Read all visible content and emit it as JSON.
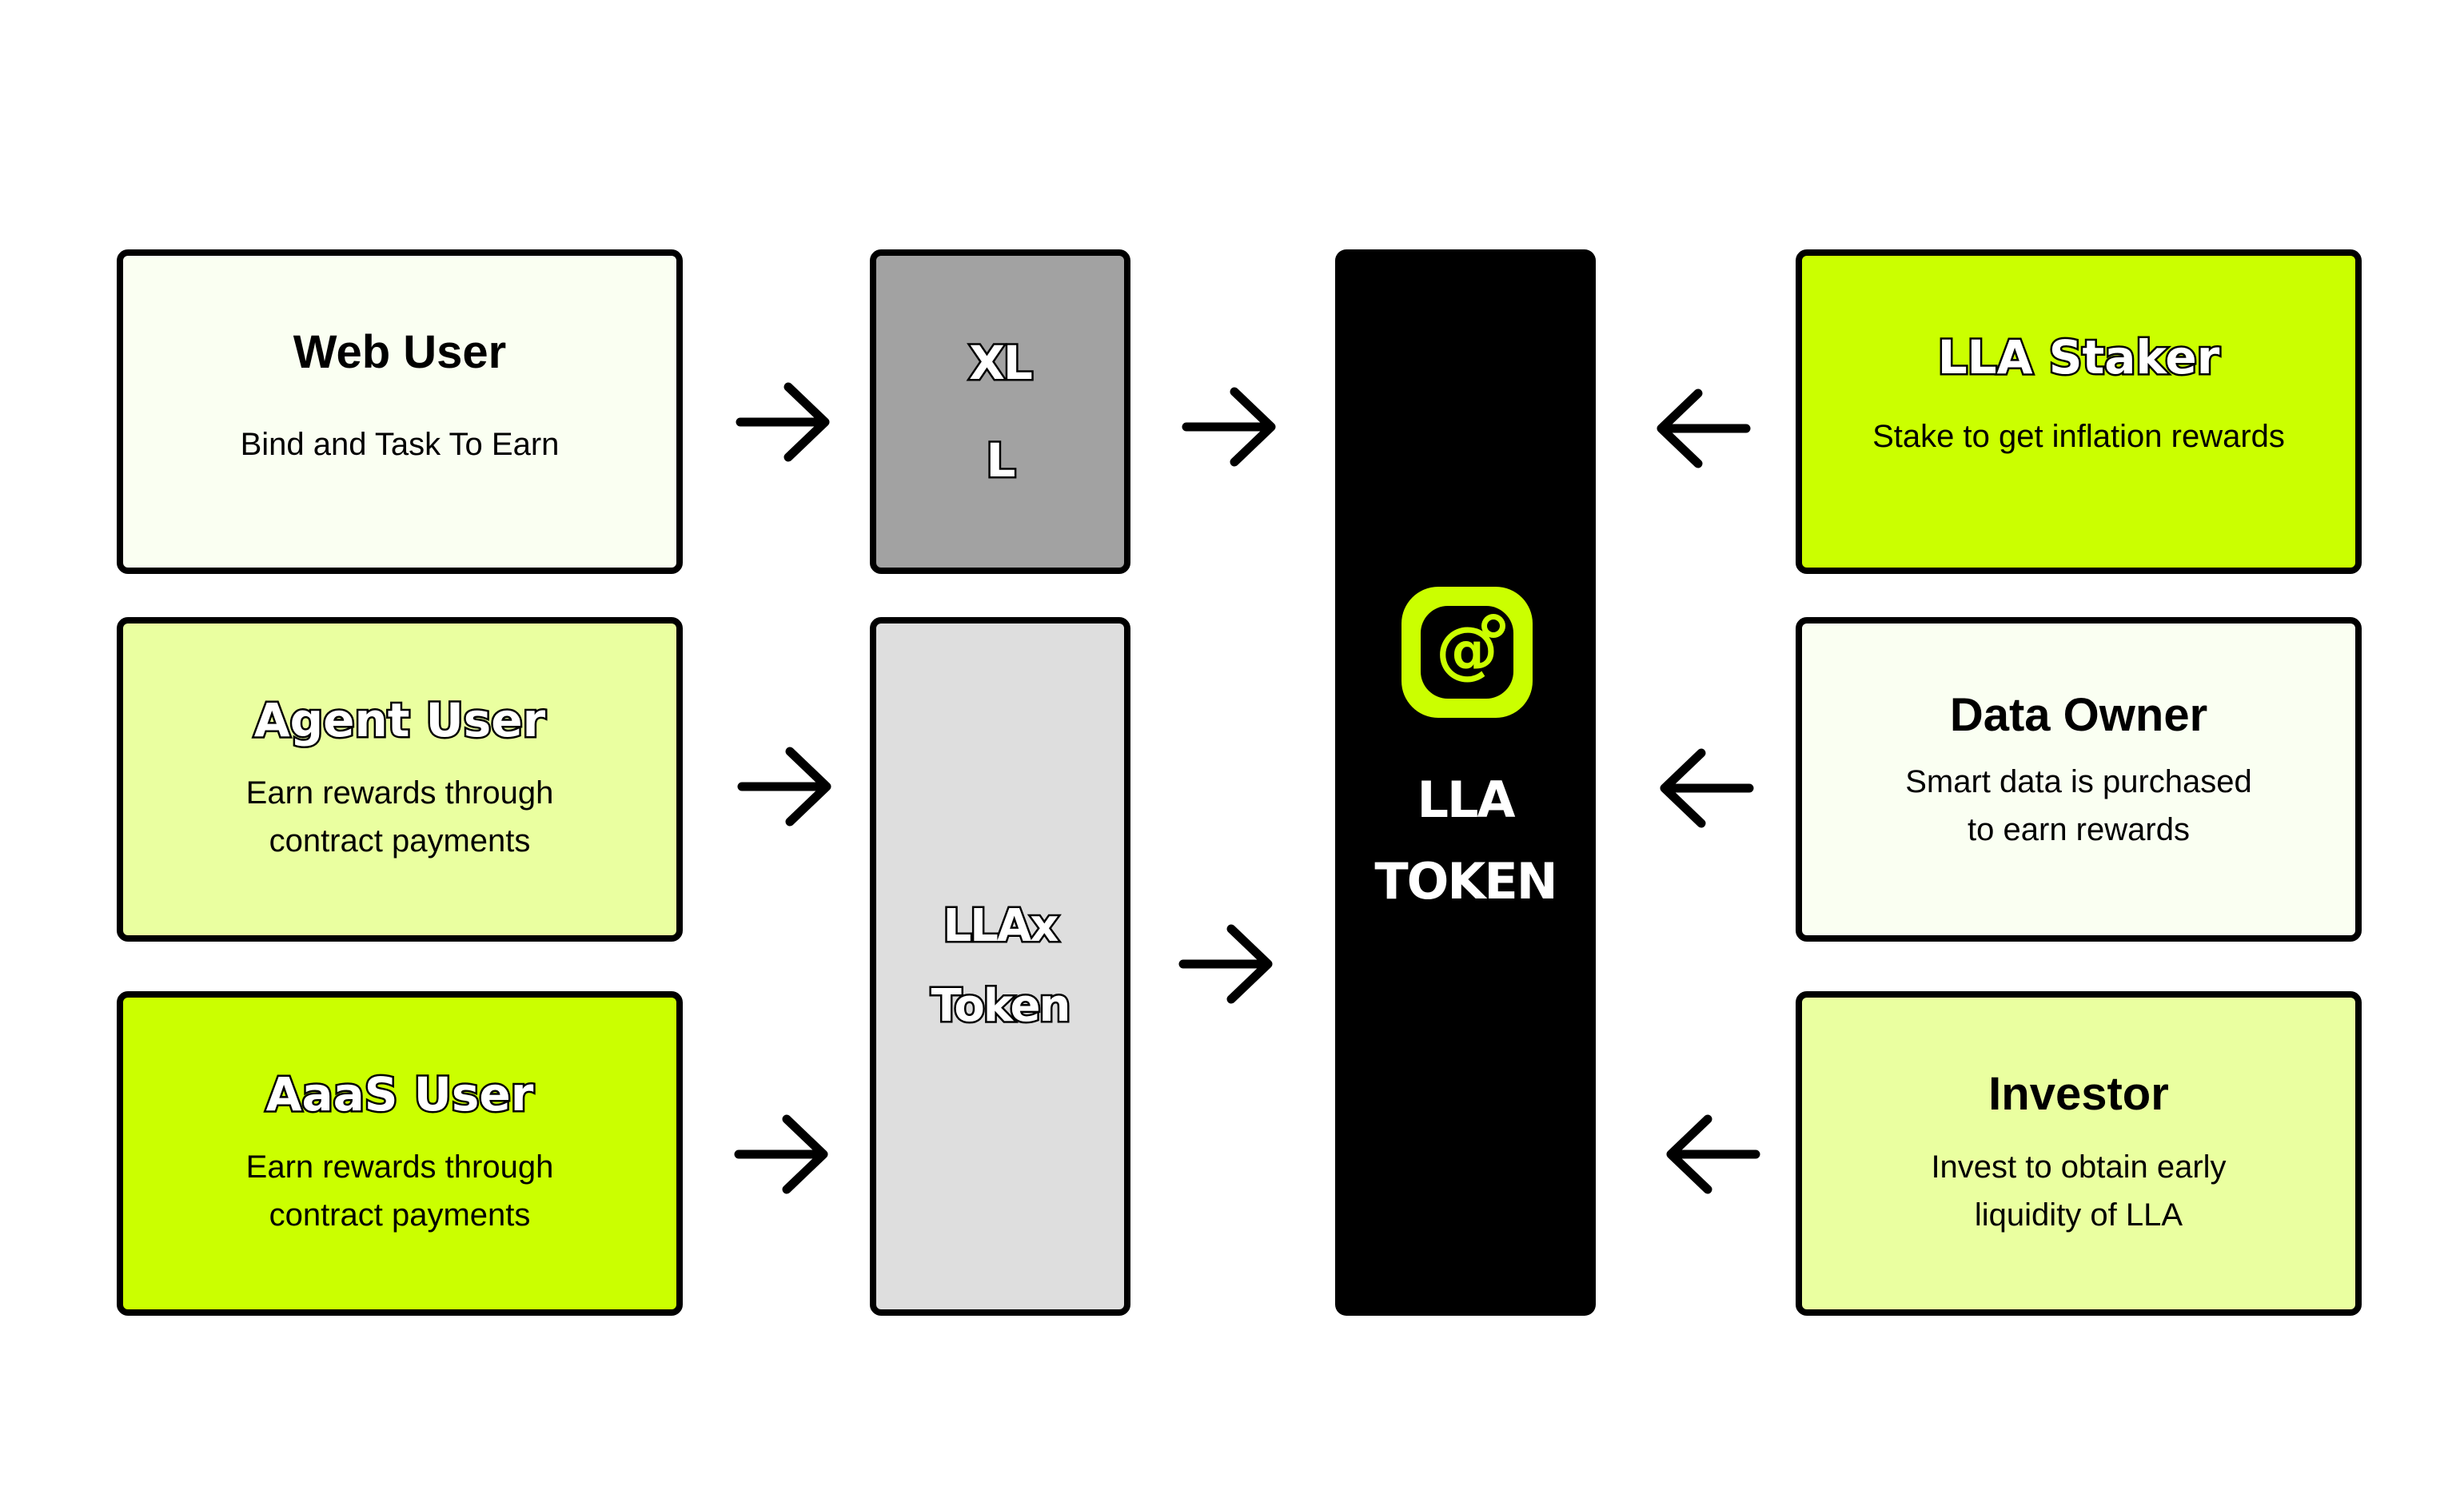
{
  "colors": {
    "lime": "#cbff00",
    "pale_lime": "#eaffa0",
    "off_white": "#fafff2",
    "dark_gray": "#a2a2a2",
    "light_gray": "#dedede",
    "black": "#000000"
  },
  "left": {
    "web_user": {
      "title": "Web User",
      "desc": "Bind and Task To Earn"
    },
    "agent_user": {
      "title": "Agent User",
      "desc": "Earn rewards through\ncontract payments"
    },
    "aaas_user": {
      "title": "AaaS User",
      "desc": "Earn rewards through\ncontract payments"
    }
  },
  "middle": {
    "xl_block": "XL\n L",
    "llax_token": "LLAx\nToken"
  },
  "center": {
    "label": "LLA\nTOKEN",
    "logo_icon": "at-sign-logo-icon"
  },
  "right": {
    "lla_staker": {
      "title": "LLA Staker",
      "desc": "Stake to get inflation rewards"
    },
    "data_owner": {
      "title": "Data Owner",
      "desc": "Smart data is purchased\nto earn rewards"
    },
    "investor": {
      "title": "Investor",
      "desc": "Invest to obtain early\nliquidity of LLA"
    }
  },
  "arrows": {
    "right_icon": "arrow-right-icon",
    "left_icon": "arrow-left-icon"
  }
}
